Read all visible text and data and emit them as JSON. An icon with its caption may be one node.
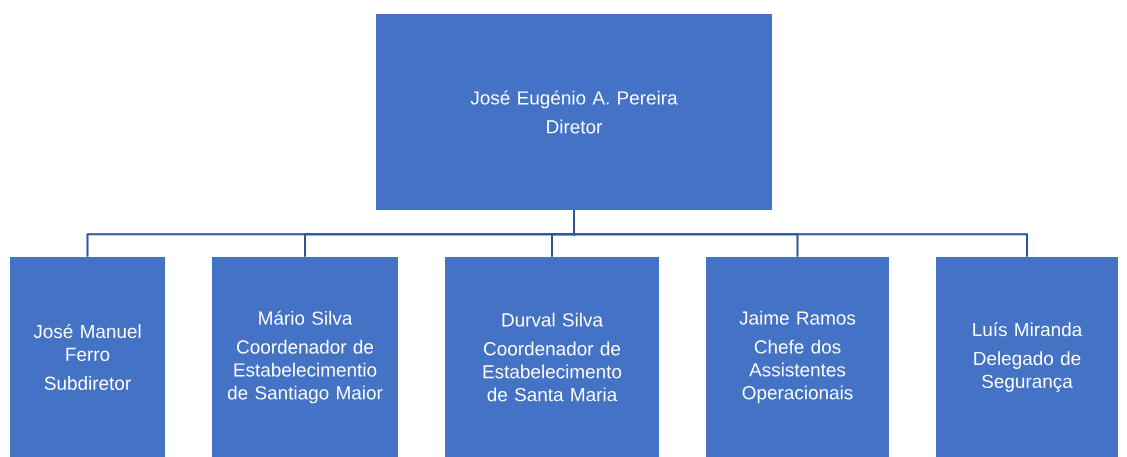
{
  "diagram": {
    "nodes": [
      {
        "text": [
          "José Eugénio A. Pereira",
          "Diretor"
        ]
      },
      {
        "text": [
          "José Manuel Ferro",
          "Subdiretor"
        ]
      },
      {
        "text": [
          "Mário Silva",
          "Coordenador  de Estabelecimentio de Santiago Maior"
        ]
      },
      {
        "text": [
          "Durval Silva",
          "Coordenador de Estabelecimento de Santa Maria"
        ]
      },
      {
        "text": [
          "Jaime Ramos",
          "Chefe dos Assistentes Operacionais"
        ]
      },
      {
        "text": [
          "Luís Miranda",
          "Delegado de Segurança"
        ]
      }
    ],
    "edges": [
      {
        "from": 0,
        "to": 1,
        "arrow": "none"
      },
      {
        "from": 0,
        "to": 2,
        "arrow": "none"
      },
      {
        "from": 0,
        "to": 3,
        "arrow": "none"
      },
      {
        "from": 0,
        "to": 4,
        "arrow": "none"
      },
      {
        "from": 0,
        "to": 5,
        "arrow": "none"
      }
    ]
  }
}
